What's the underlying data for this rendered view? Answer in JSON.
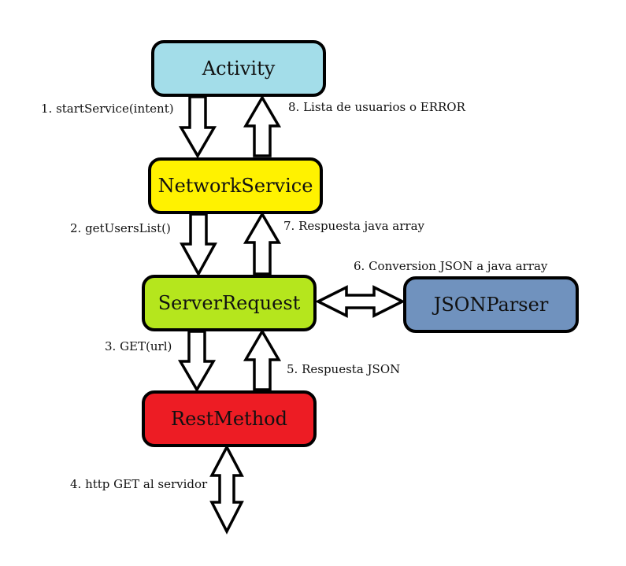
{
  "nodes": {
    "activity": {
      "label": "Activity",
      "color": "#a3dde9"
    },
    "network_service": {
      "label": "NetworkService",
      "color": "#fff200"
    },
    "server_request": {
      "label": "ServerRequest",
      "color": "#b5e61d"
    },
    "json_parser": {
      "label": "JSONParser",
      "color": "#7092be"
    },
    "rest_method": {
      "label": "RestMethod",
      "color": "#ed1c24"
    }
  },
  "steps": {
    "s1": "1. startService(intent)",
    "s2": "2. getUsersList()",
    "s3": "3. GET(url)",
    "s4": "4. http GET al servidor",
    "s5": "5. Respuesta JSON",
    "s6": "6. Conversion JSON a java array",
    "s7": "7. Respuesta java array",
    "s8": "8. Lista de usuarios o ERROR"
  }
}
